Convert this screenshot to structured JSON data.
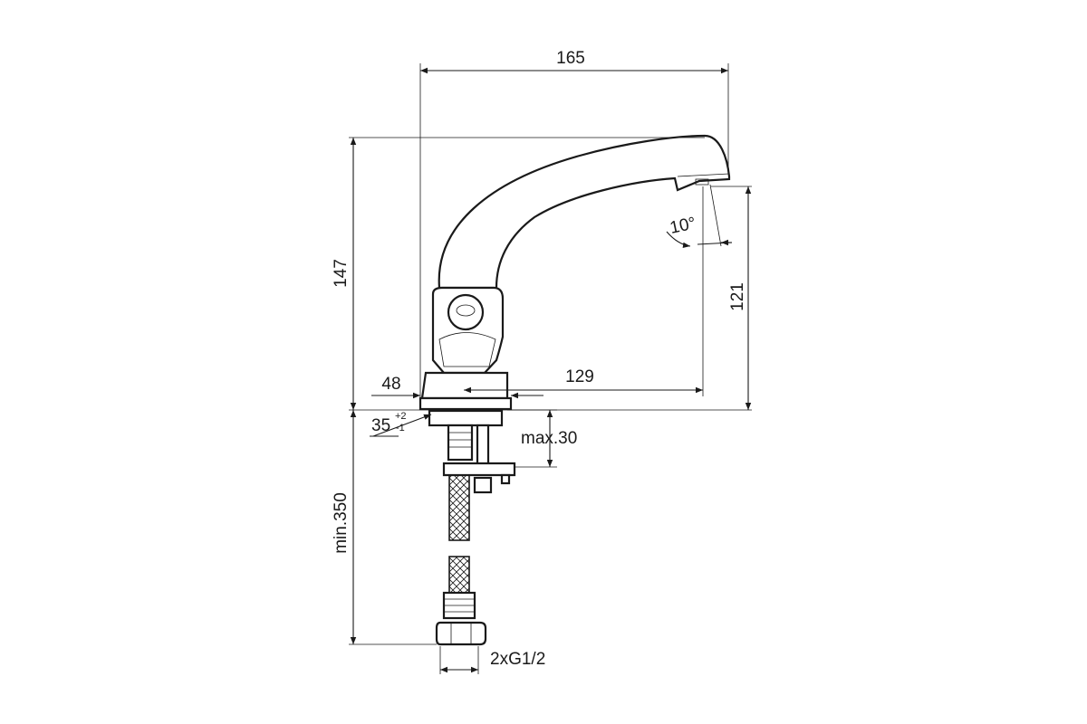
{
  "dimensions": {
    "overall_width": "165",
    "overall_height": "147",
    "spout_height": "121",
    "spout_reach": "129",
    "base_width": "48",
    "hole_diameter": "35",
    "hole_tol_plus": "+2",
    "hole_tol_minus": "-1",
    "max_deck": "max.30",
    "min_hose": "min.350",
    "connection": "2xG1/2",
    "spout_angle": "10°"
  }
}
